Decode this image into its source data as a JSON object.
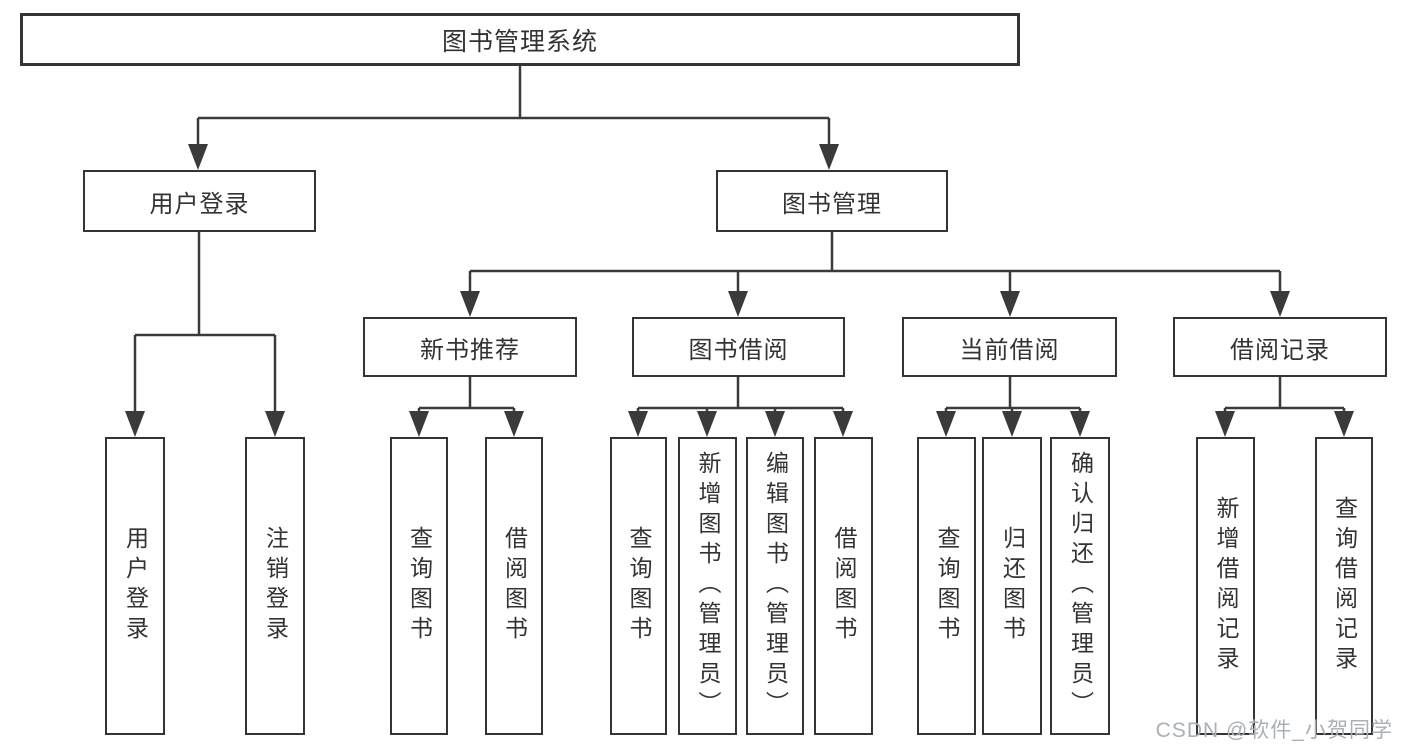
{
  "diagram": {
    "type": "tree-diagram",
    "colors": {
      "background": "#ffffff",
      "line": "#3a3a3a",
      "box_border": "#343434",
      "text": "#333333",
      "watermark": "#aab0b5"
    },
    "nodes": {
      "root": "图书管理系统",
      "user_login": "用户登录",
      "book_management": "图书管理",
      "new_book_recommend": "新书推荐",
      "book_borrow": "图书借阅",
      "current_borrow": "当前借阅",
      "borrow_records": "借阅记录",
      "leaf_user_login": "用户登录",
      "leaf_logout": "注销登录",
      "leaf_nbr_query_books": "查询图书",
      "leaf_nbr_borrow_books": "借阅图书",
      "leaf_bb_query_books": "查询图书",
      "leaf_bb_add_books": "新增图书（管理员）",
      "leaf_bb_edit_books": "编辑图书（管理员）",
      "leaf_bb_borrow_books": "借阅图书",
      "leaf_cb_query_books": "查询图书",
      "leaf_cb_return_books": "归还图书",
      "leaf_cb_confirm_return": "确认归还（管理员）",
      "leaf_br_add_record": "新增借阅记录",
      "leaf_br_query_record": "查询借阅记录"
    },
    "watermark": "CSDN @软件_小贺同学"
  }
}
